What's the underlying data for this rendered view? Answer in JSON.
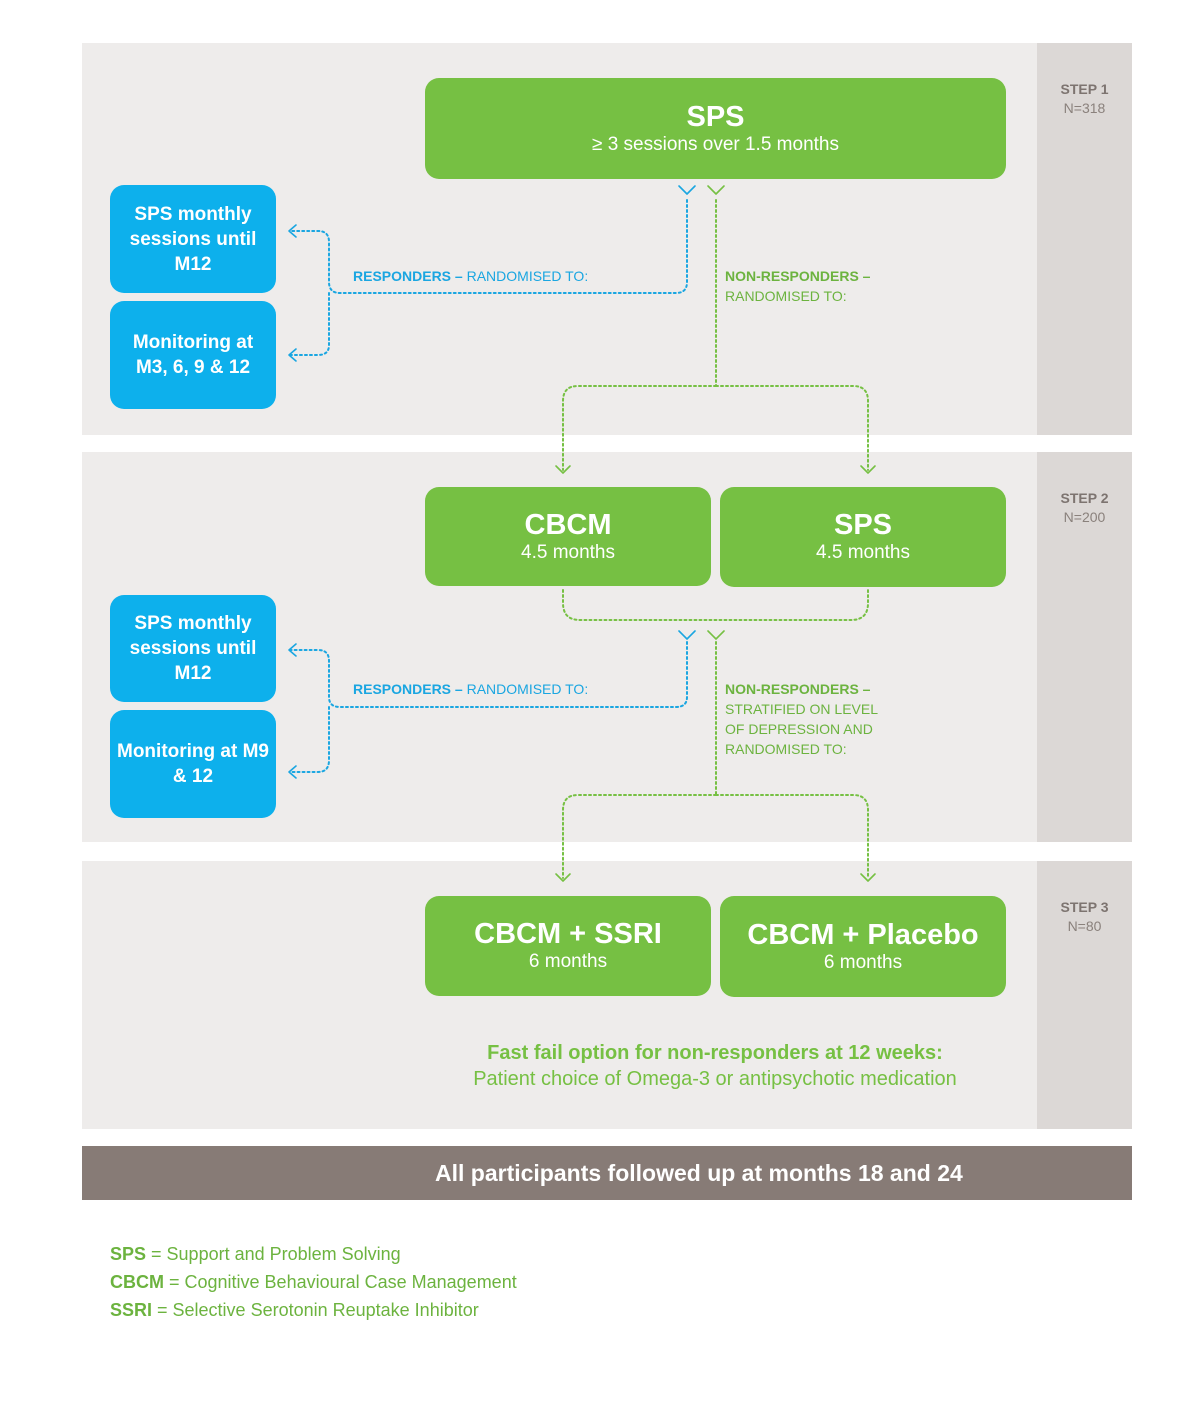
{
  "steps": [
    {
      "label": "STEP 1",
      "n": "N=318"
    },
    {
      "label": "STEP 2",
      "n": "N=200"
    },
    {
      "label": "STEP 3",
      "n": "N=80"
    }
  ],
  "step1": {
    "main_box": {
      "title": "SPS",
      "subtitle": "≥ 3 sessions over 1.5 months"
    },
    "responders": {
      "bold": "RESPONDERS –",
      "text": " RANDOMISED TO:"
    },
    "non_responders": {
      "bold": "NON-RESPONDERS –",
      "lines": [
        "RANDOMISED TO:"
      ]
    },
    "blue_boxes": [
      "SPS monthly sessions until M12",
      "Monitoring at M3, 6, 9 & 12"
    ]
  },
  "step2": {
    "boxes": [
      {
        "title": "CBCM",
        "subtitle": "4.5 months"
      },
      {
        "title": "SPS",
        "subtitle": "4.5 months"
      }
    ],
    "responders": {
      "bold": "RESPONDERS –",
      "text": " RANDOMISED TO:"
    },
    "non_responders": {
      "bold": "NON-RESPONDERS –",
      "lines": [
        "STRATIFIED ON LEVEL",
        "OF DEPRESSION AND",
        "RANDOMISED TO:"
      ]
    },
    "blue_boxes": [
      "SPS monthly sessions until M12",
      "Monitoring at M9 & 12"
    ]
  },
  "step3": {
    "boxes": [
      {
        "title": "CBCM + SSRI",
        "subtitle": "6 months"
      },
      {
        "title": "CBCM + Placebo",
        "subtitle": "6 months"
      }
    ],
    "fast_fail": {
      "heading": "Fast fail option for non-responders at 12 weeks:",
      "text": "Patient choice of Omega-3 or antipsychotic medication"
    }
  },
  "footer": "All participants followed up at months 18 and 24",
  "legend": [
    {
      "abbr": "SPS",
      "def": " = Support and Problem Solving"
    },
    {
      "abbr": "CBCM",
      "def": " = Cognitive Behavioural Case Management"
    },
    {
      "abbr": "SSRI",
      "def": " = Selective Serotonin Reuptake Inhibitor"
    }
  ],
  "colors": {
    "green": "#76c043",
    "blue": "#0db0ec",
    "panel": "#eeeceb",
    "step_column": "#dcd8d6",
    "footer": "#877b76"
  }
}
